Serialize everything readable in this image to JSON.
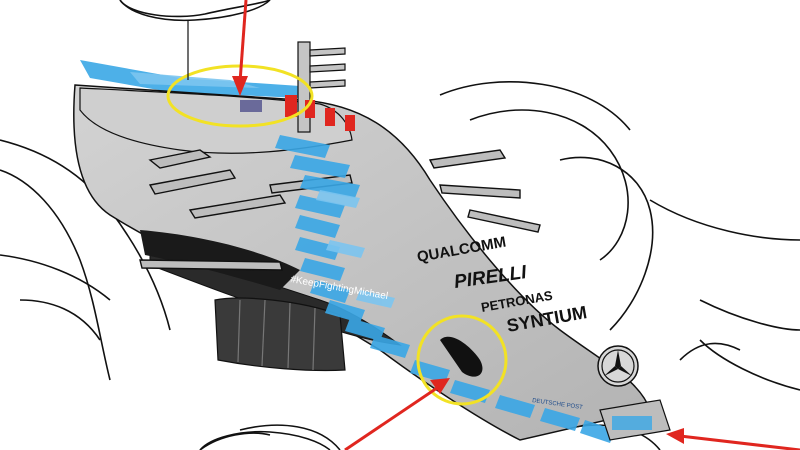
{
  "illustration": {
    "subject": "Mercedes F1 nose and front suspension technical drawing",
    "sponsors": {
      "qualcomm": "QUALCOMM",
      "pirelli": "PIRELLI",
      "petronas": "PETRONAS",
      "syntium": "SYNTIUM"
    },
    "hashtag": "#KeepFightingMichael",
    "nose_badge": "DEUTSCHE POST"
  },
  "colors": {
    "body": "#c9c9c9",
    "body_shade": "#a9a9a9",
    "flow_blue": "#3aa7e6",
    "highlight_circle": "#f2e224",
    "arrow_red": "#e0261f",
    "dark": "#1a1a1a"
  }
}
